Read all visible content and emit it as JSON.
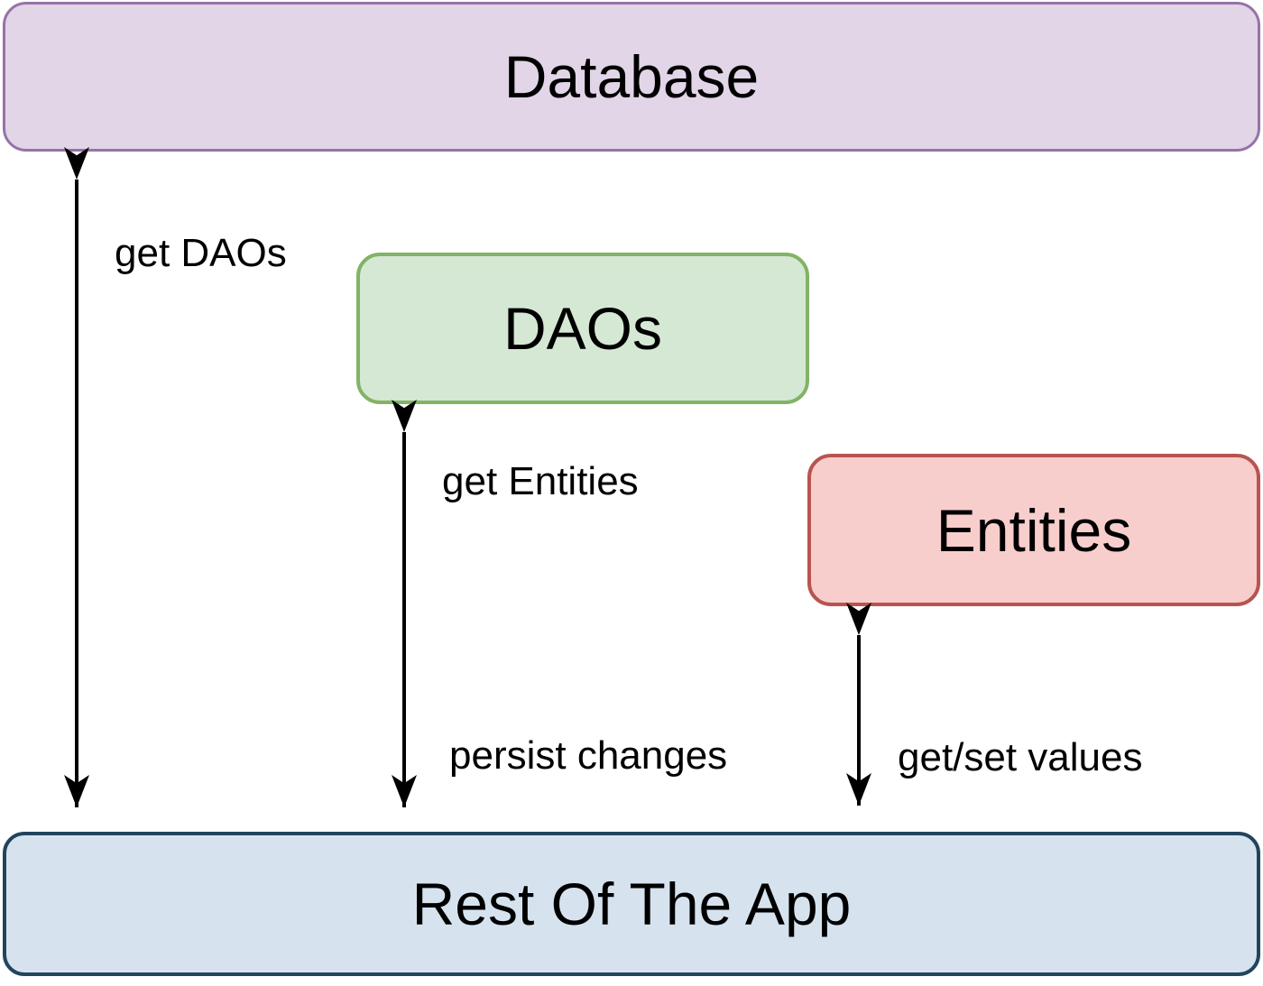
{
  "diagram": {
    "background": "#ffffff",
    "arrow_color": "#000000",
    "nodes": {
      "database": {
        "label": "Database",
        "fill": "#E1D5E7",
        "stroke": "#9673A6"
      },
      "daos": {
        "label": "DAOs",
        "fill": "#D5E8D4",
        "stroke": "#82B366"
      },
      "entities": {
        "label": "Entities",
        "fill": "#F8CECC",
        "stroke": "#B85450"
      },
      "rest_of_app": {
        "label": "Rest Of The App",
        "fill": "#D6E3EF",
        "stroke": "#23445D"
      }
    },
    "edges": {
      "get_daos": {
        "label": "get DAOs"
      },
      "get_entities": {
        "label": "get Entities"
      },
      "persist_changes": {
        "label": "persist changes"
      },
      "get_set_values": {
        "label": "get/set values"
      }
    }
  }
}
